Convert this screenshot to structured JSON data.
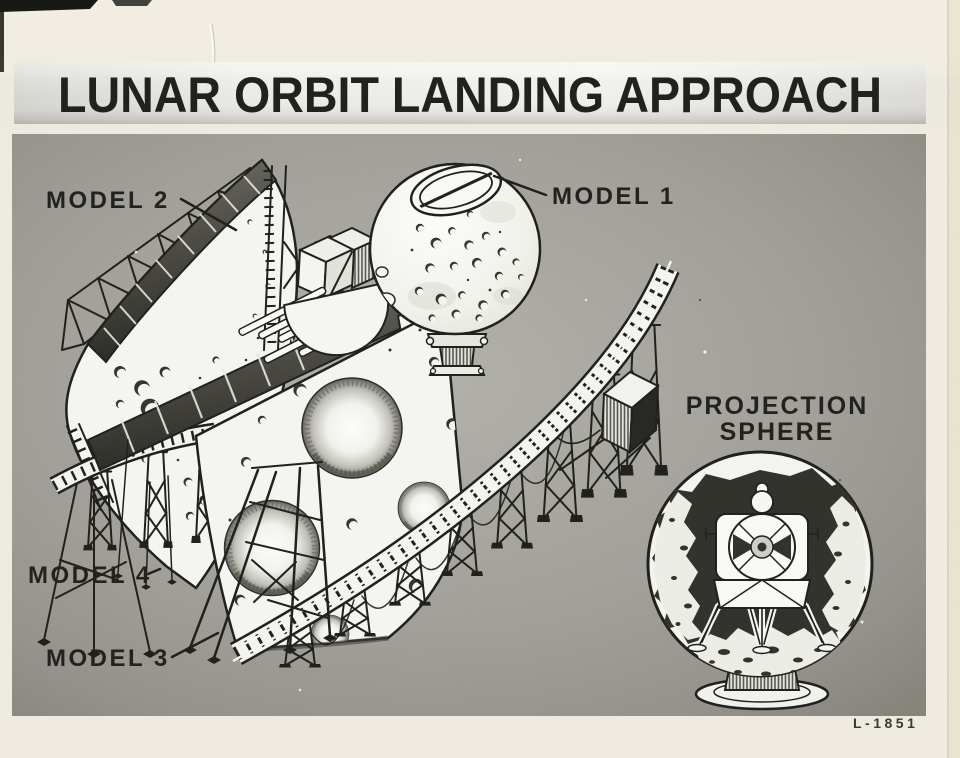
{
  "photo": {
    "title": "LUNAR ORBIT LANDING APPROACH",
    "reference_number": "L-1851",
    "labels": {
      "model_1": "MODEL 1",
      "model_2": "MODEL 2",
      "model_3": "MODEL 3",
      "model_4": "MODEL 4",
      "projection_sphere_line1": "PROJECTION",
      "projection_sphere_line2": "SPHERE"
    },
    "colors": {
      "paper": "#f1ede3",
      "panel_gray": "#9d9c96",
      "ink": "#1b1b19",
      "art_white": "#f7f7f3",
      "dark_interior": "#2e2e29"
    }
  }
}
